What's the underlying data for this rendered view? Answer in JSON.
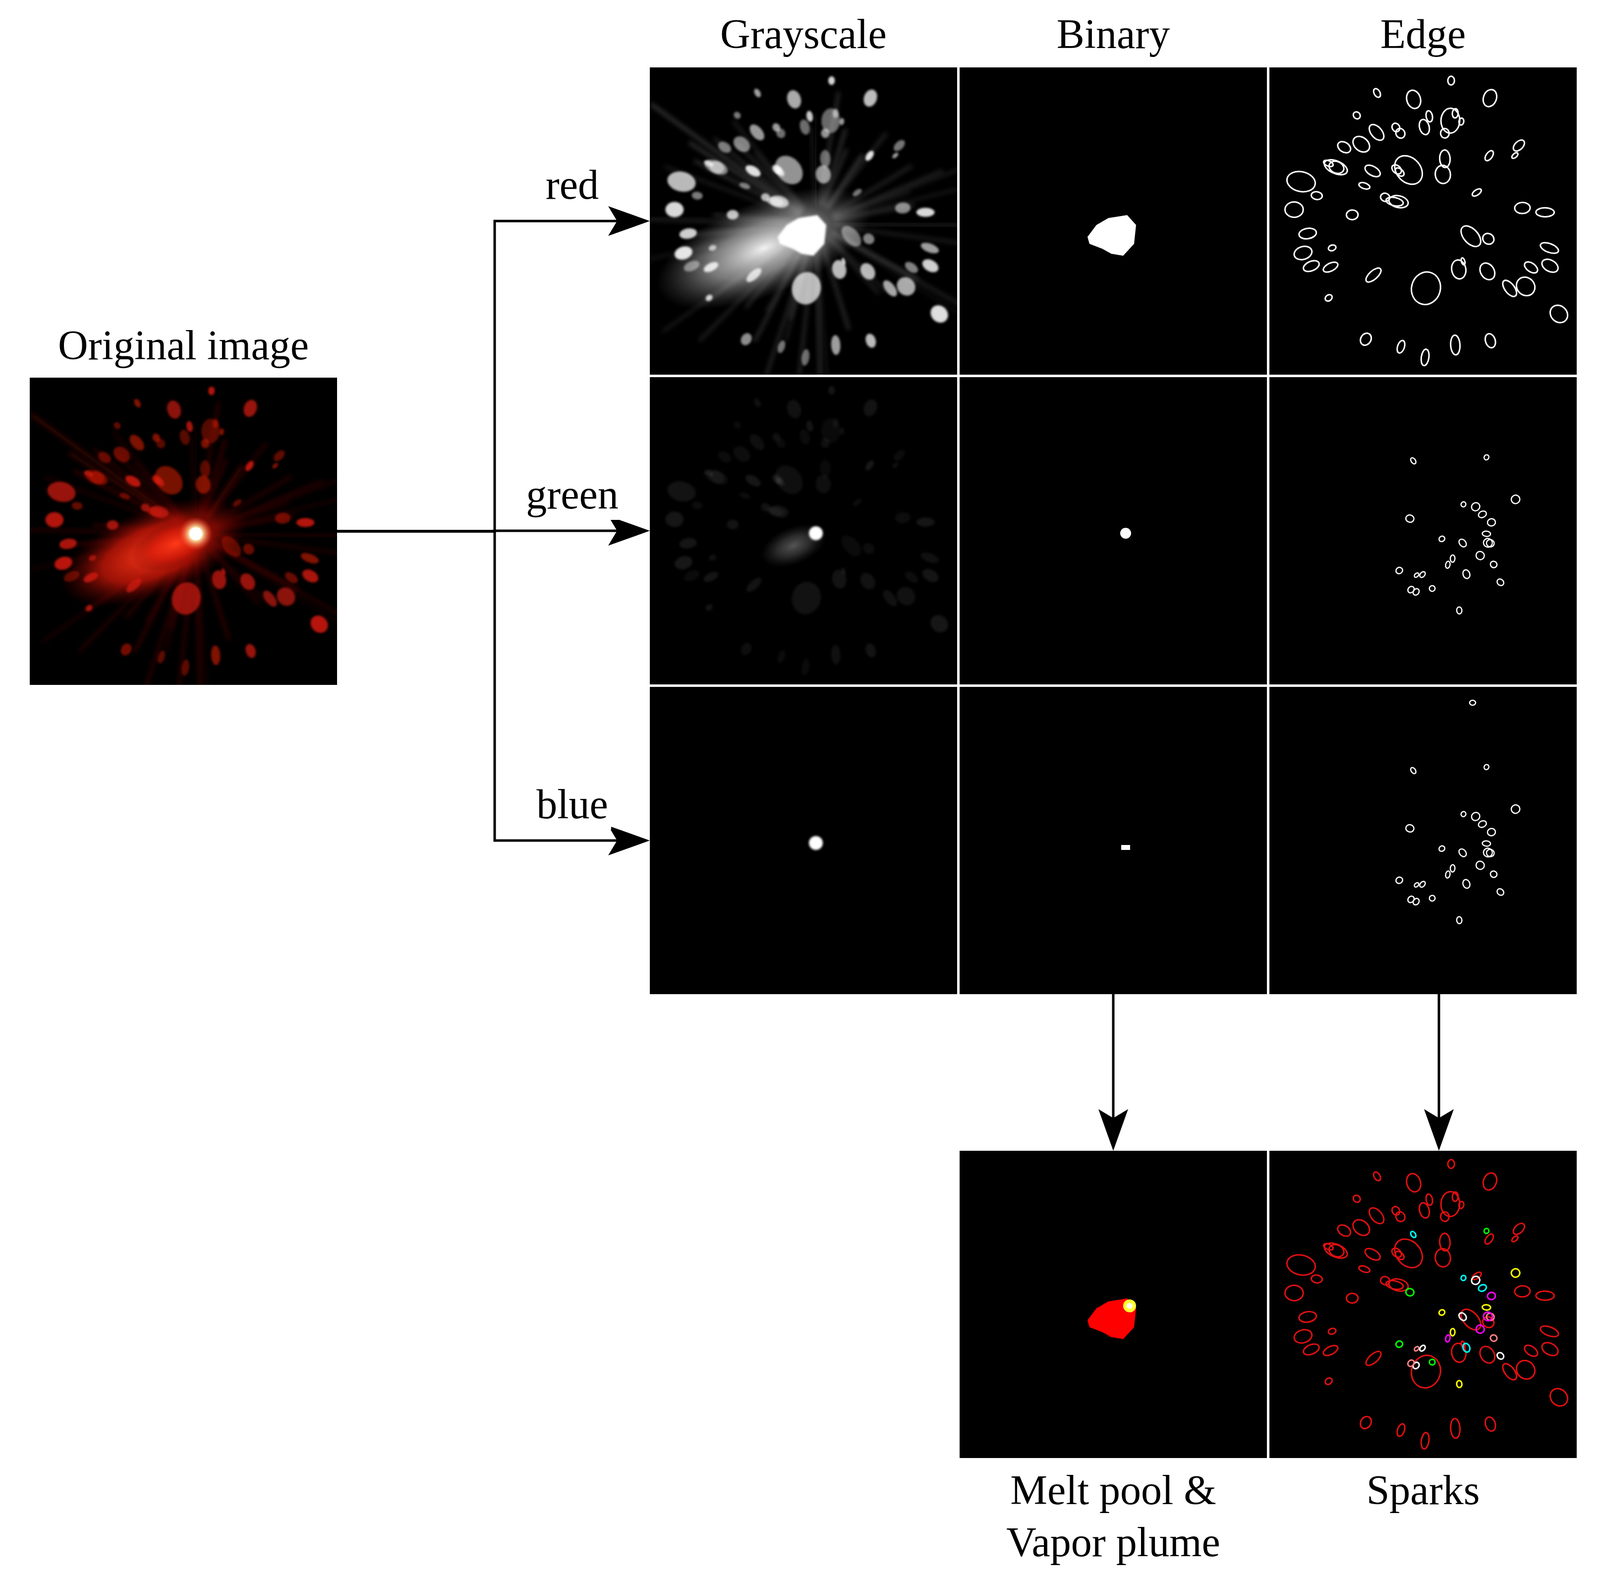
{
  "diagram": {
    "nodes": [
      {
        "text": [
          "Original image"
        ]
      },
      {
        "text": [
          "Grayscale",
          "Binary",
          "Edge"
        ]
      },
      {
        "text": [
          "Melt pool & Vapor plume"
        ]
      },
      {
        "text": [
          "Sparks"
        ]
      }
    ],
    "edges": [
      {
        "from": 0,
        "to": 1,
        "arrow": "to",
        "label": "red"
      },
      {
        "from": 0,
        "to": 1,
        "arrow": "to",
        "label": "green"
      },
      {
        "from": 0,
        "to": 1,
        "arrow": "to",
        "label": "blue"
      },
      {
        "from": 1,
        "to": 2,
        "arrow": "to"
      },
      {
        "from": 1,
        "to": 3,
        "arrow": "to"
      }
    ]
  }
}
